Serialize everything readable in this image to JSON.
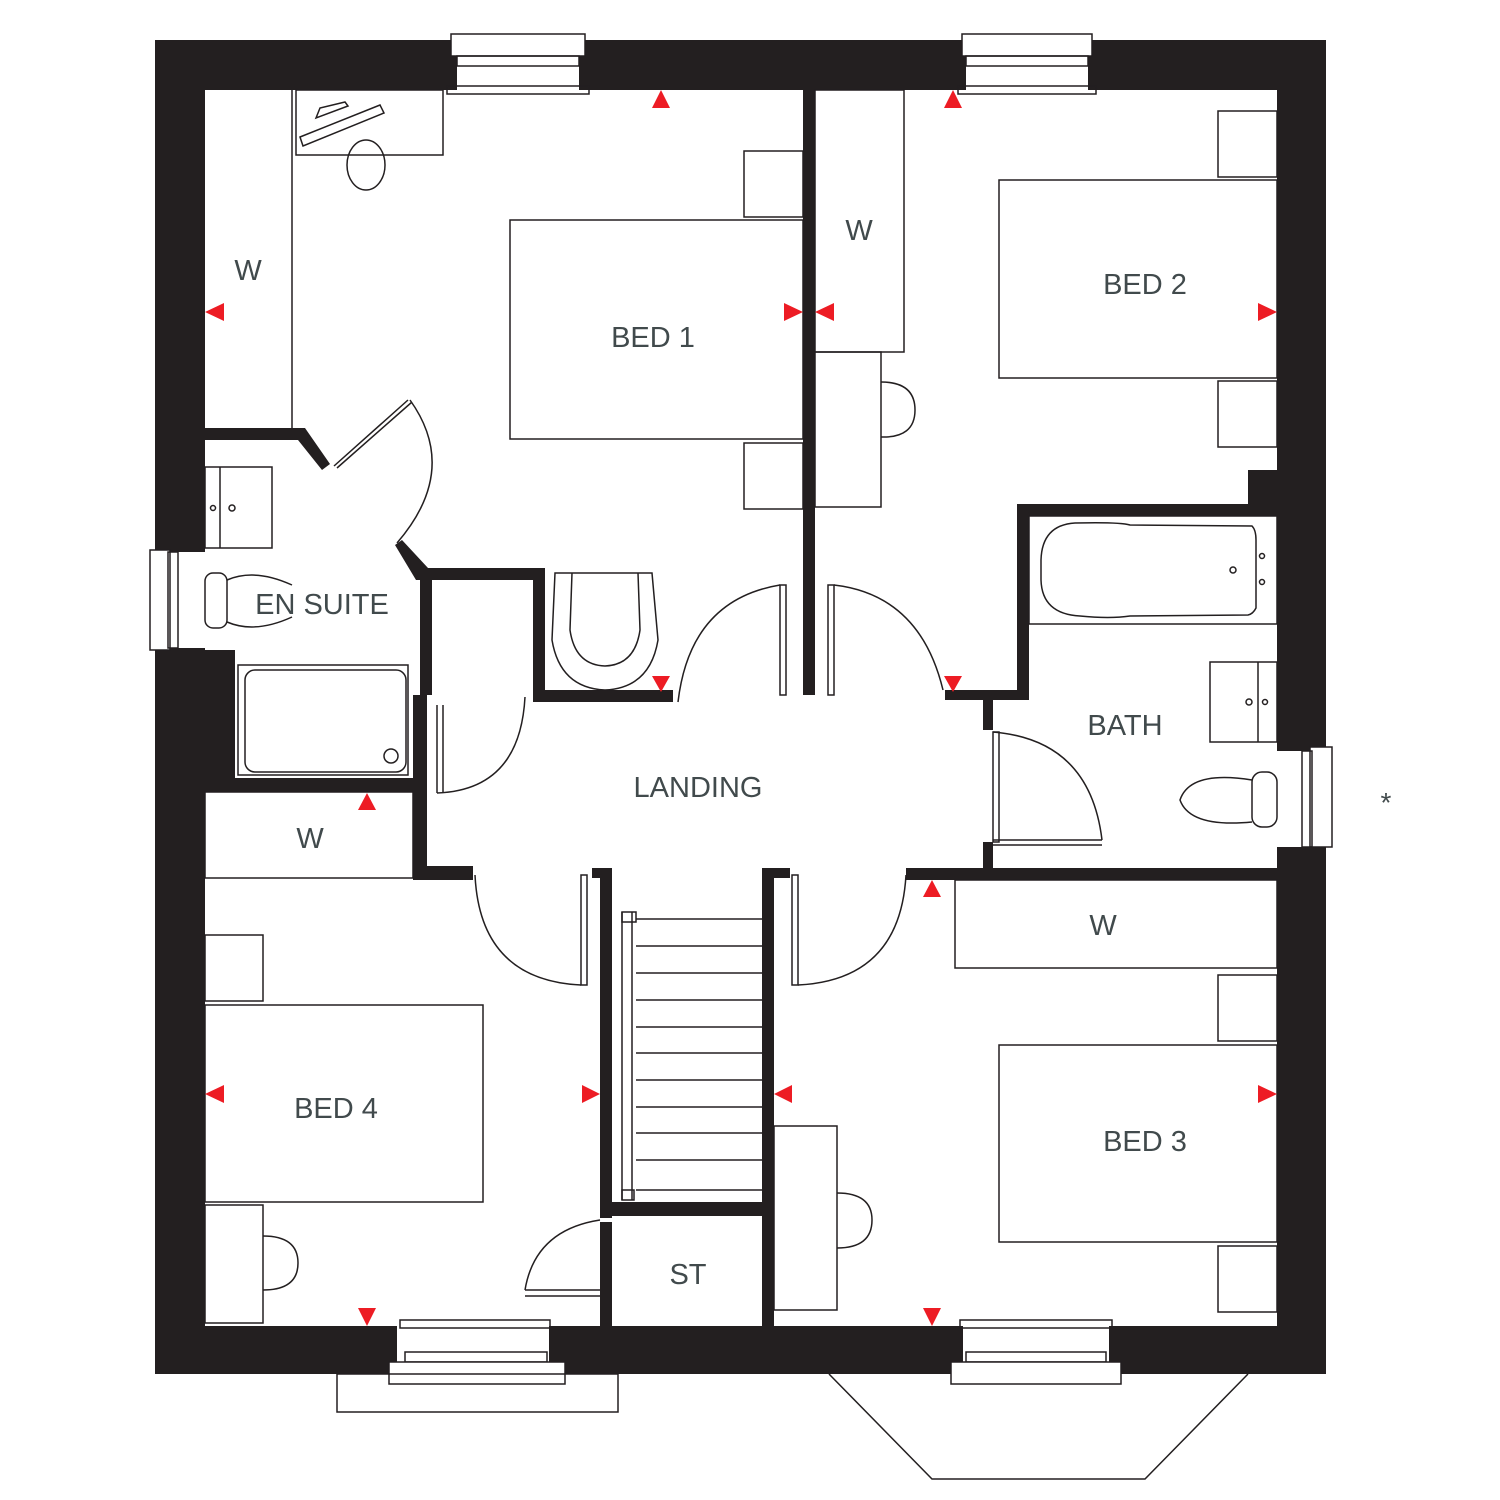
{
  "floorplan": {
    "rooms": {
      "bed1": "BED 1",
      "bed2": "BED 2",
      "bed3": "BED 3",
      "bed4": "BED 4",
      "ensuite": "EN SUITE",
      "bath": "BATH",
      "landing": "LANDING",
      "storage": "ST"
    },
    "wardrobes": {
      "bed1": "W",
      "bed2": "W",
      "bed3": "W",
      "bed4": "W"
    },
    "footnote_marker": "*",
    "colors": {
      "wall": "#231f20",
      "dimension_marker": "#ed1c24",
      "label": "#414a4c",
      "background": "#ffffff"
    }
  }
}
